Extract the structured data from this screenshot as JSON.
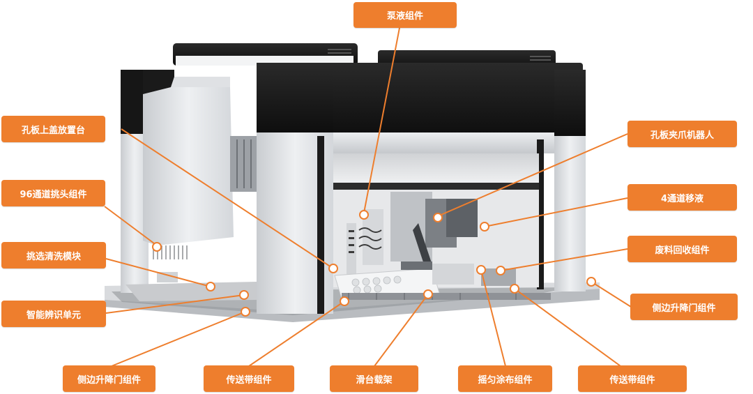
{
  "labels": {
    "pump_liquid_assembly": "泵液组件",
    "plate_lid_station": "孔板上盖放置台",
    "plate_gripper_robot": "孔板夹爪机器人",
    "channel96_pick_head": "96通道挑头组件",
    "channel4_pipetting": "4通道移液",
    "pick_wash_module": "挑选清洗模块",
    "waste_recovery": "废料回收组件",
    "smart_id_unit": "智能辨识单元",
    "side_lift_door_right": "侧边升降门组件",
    "side_lift_door_left": "侧边升降门组件",
    "conveyor_left": "传送带组件",
    "slide_carrier": "滑台载架",
    "shake_spread": "摇匀涂布组件",
    "conveyor_right": "传送带组件"
  },
  "colors": {
    "accent": "#ee7e2d",
    "label_text": "#ffffff",
    "frame_black": "#1b1b1b",
    "frame_silver": "#e3e5e8"
  }
}
